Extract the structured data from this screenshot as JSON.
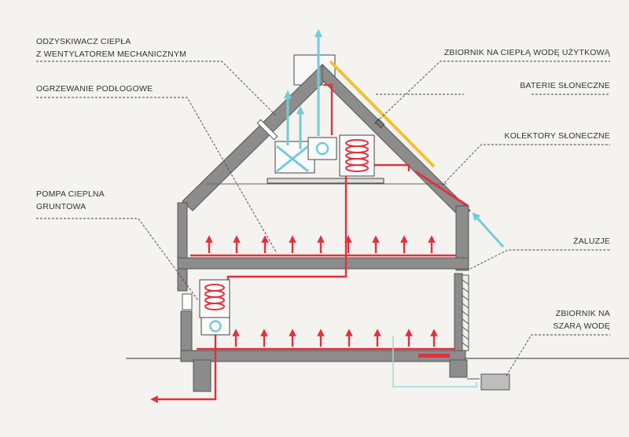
{
  "labels": {
    "heat_recovery_line1": "ODZYSKIWACZ CIEPŁA",
    "heat_recovery_line2": "Z WENTYLATOREM MECHANICZNYM",
    "floor_heating": "OGRZEWANIE PODŁOGOWE",
    "heat_pump_line1": "POMPA CIEPLNA",
    "heat_pump_line2": "GRUNTOWA",
    "hot_water_tank": "ZBIORNIK NA CIEPŁĄ WODĘ UŻYTKOWĄ",
    "solar_batteries": "BATERIE SŁONECZNE",
    "solar_collectors": "KOLEKTORY SŁONECZNE",
    "blinds": "ŻALUZJE",
    "grey_water_line1": "ZBIORNIK NA",
    "grey_water_line2": "SZARĄ WODĘ"
  },
  "colors": {
    "heat": "#e2303f",
    "air": "#74cbd9",
    "solar_panel": "#f2c230",
    "wall": "#8c8c8c",
    "leader_line": "#444444"
  },
  "icons": {
    "heat_arrow": "arrow-up-red",
    "air_arrow": "arrow-cyan",
    "coil": "heating-coil"
  }
}
